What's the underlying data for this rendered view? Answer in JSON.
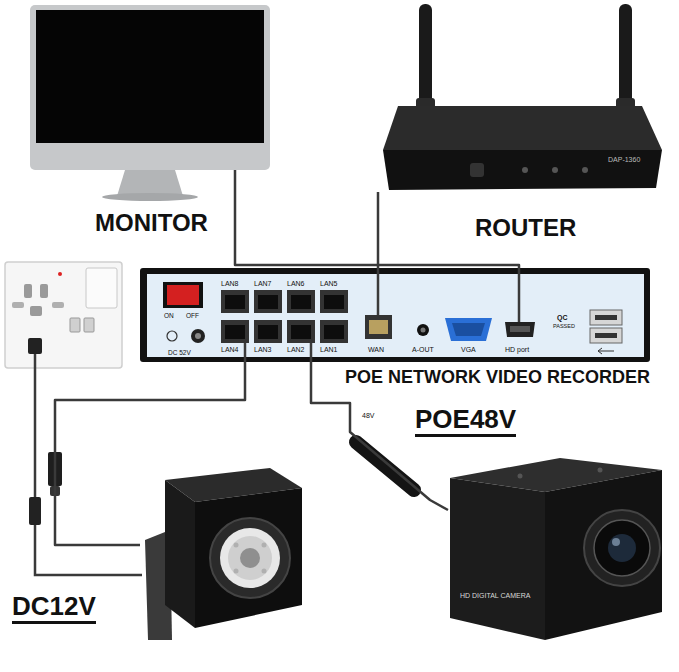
{
  "diagram": {
    "nodes": [
      {
        "text": [
          "MONITOR"
        ]
      },
      {
        "text": [
          "ROUTER",
          "DAP-1360"
        ]
      },
      {
        "text": [
          "POE NETWORK VIDEO RECORDER",
          "ON",
          "OFF",
          "DC 52V",
          "LAN8",
          "LAN7",
          "LAN6",
          "LAN5",
          "LAN4",
          "LAN3",
          "LAN2",
          "LAN1",
          "WAN",
          "A-OUT",
          "VGA",
          "HD port",
          "QC",
          "PASSED"
        ]
      },
      {
        "text": [
          "DC12V"
        ]
      },
      {
        "text": [
          "POE48V",
          "HD DIGITAL CAMERA"
        ]
      }
    ],
    "edges": [
      {
        "from": 2,
        "to": 0,
        "arrow": "none"
      },
      {
        "from": 2,
        "to": 1,
        "arrow": "none"
      },
      {
        "from": 2,
        "to": 3,
        "arrow": "none"
      },
      {
        "from": 2,
        "to": 4,
        "arrow": "none"
      }
    ],
    "labels": [
      "48V"
    ]
  }
}
